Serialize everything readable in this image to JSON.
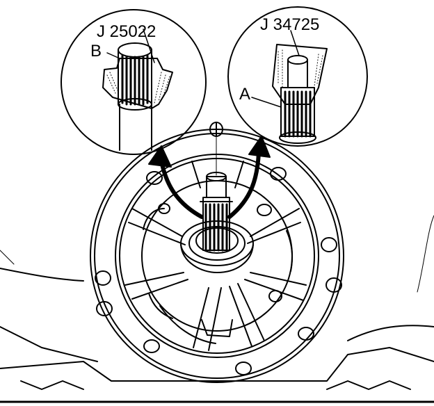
{
  "labels": {
    "tool_left": "J 25022",
    "tool_right": "J 34725",
    "callout_b": "B",
    "callout_a": "A"
  },
  "colors": {
    "ink": "#000000",
    "paper": "#ffffff"
  }
}
